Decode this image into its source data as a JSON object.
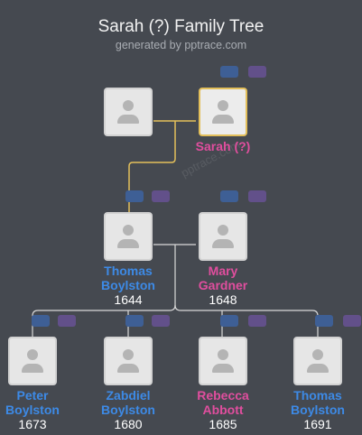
{
  "header": {
    "title": "Sarah (?) Family Tree",
    "subtitle": "generated by pptrace.com"
  },
  "watermark": "pptrace.com",
  "colors": {
    "background": "#454950",
    "male": "#3d8ae6",
    "female": "#e04e9e",
    "root_border": "#e3bf5a",
    "line": "#d9d9d9",
    "root_line": "#e3bf5a",
    "tag_blue": "#3e5f95",
    "tag_purple": "#62508a"
  },
  "people": {
    "unknown_spouse": {
      "name1": "",
      "name2": "",
      "year": ""
    },
    "sarah": {
      "name1": "Sarah (?)",
      "name2": "",
      "year": ""
    },
    "thomas_1644": {
      "name1": "Thomas",
      "name2": "Boylston",
      "year": "1644"
    },
    "mary": {
      "name1": "Mary",
      "name2": "Gardner",
      "year": "1648"
    },
    "peter": {
      "name1": "Peter",
      "name2": "Boylston",
      "year": "1673"
    },
    "zabdiel": {
      "name1": "Zabdiel",
      "name2": "Boylston",
      "year": "1680"
    },
    "rebecca": {
      "name1": "Rebecca",
      "name2": "Abbott",
      "year": "1685"
    },
    "thomas_1691": {
      "name1": "Thomas",
      "name2": "Boylston",
      "year": "1691"
    }
  }
}
